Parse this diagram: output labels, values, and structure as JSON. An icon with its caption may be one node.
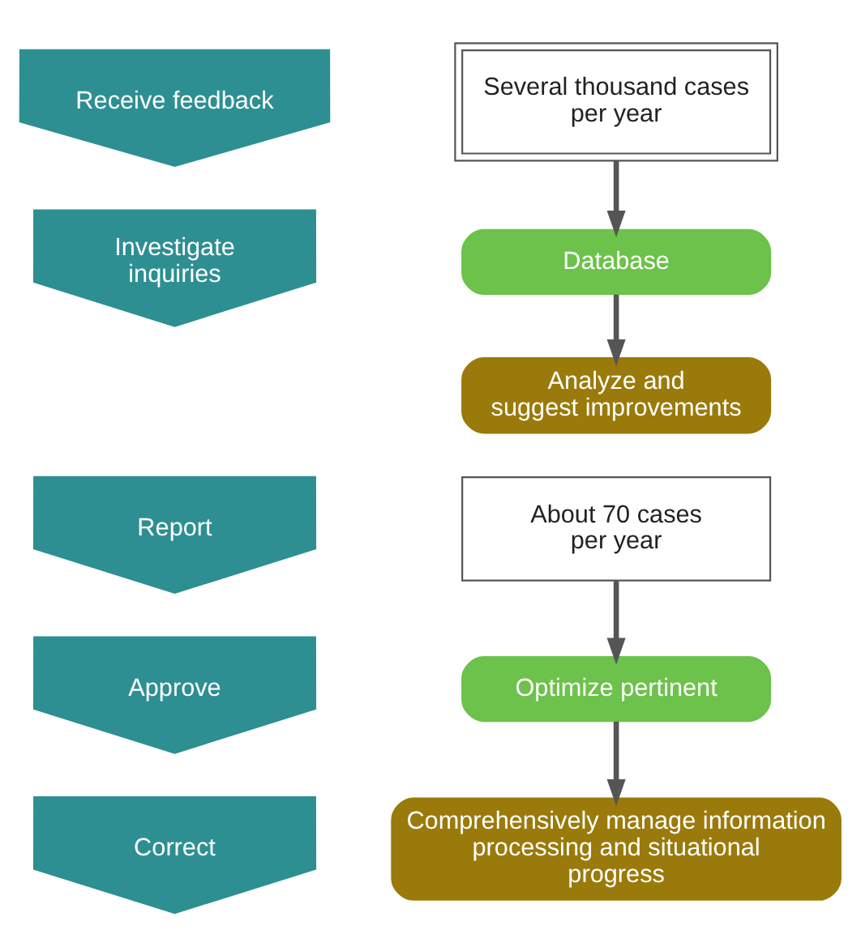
{
  "diagram": {
    "nodes": [
      {
        "text": [
          "Receive feedback"
        ]
      },
      {
        "text": [
          "Investigate inquiries"
        ]
      },
      {
        "text": [
          "Report"
        ]
      },
      {
        "text": [
          "Approve"
        ]
      },
      {
        "text": [
          "Correct"
        ]
      },
      {
        "text": [
          "Several thousand cases per year"
        ]
      },
      {
        "text": [
          "Database"
        ]
      },
      {
        "text": [
          "Analyze and suggest improvements"
        ]
      },
      {
        "text": [
          "About 70 cases per year"
        ]
      },
      {
        "text": [
          "Optimize pertinent"
        ]
      },
      {
        "text": [
          "Comprehensively manage information processing and situational progress"
        ]
      }
    ],
    "edges": [
      {
        "from": 5,
        "to": 6,
        "arrow": "to"
      },
      {
        "from": 6,
        "to": 7,
        "arrow": "to"
      },
      {
        "from": 8,
        "to": 9,
        "arrow": "to"
      },
      {
        "from": 9,
        "to": 10,
        "arrow": "to"
      }
    ]
  }
}
